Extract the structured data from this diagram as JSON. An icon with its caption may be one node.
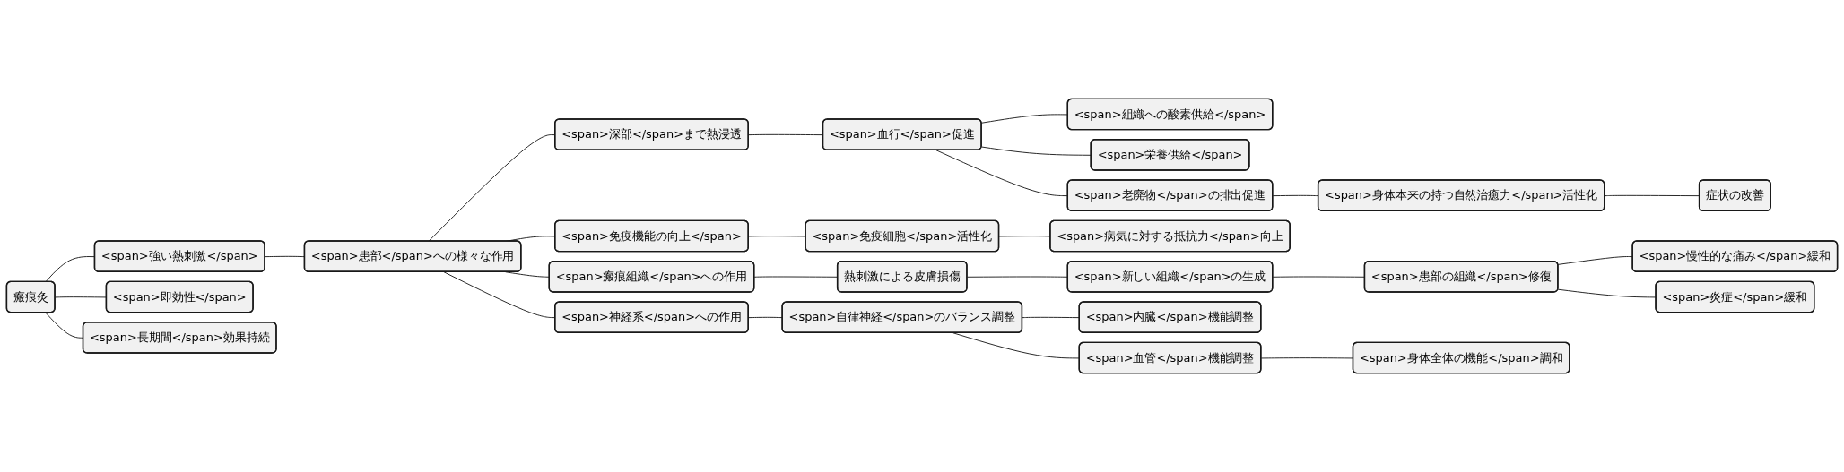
{
  "diagram": {
    "nodes": [
      {
        "text": [
          "瘢痕灸"
        ]
      },
      {
        "text": [
          "<span>強い熱刺激</span>"
        ]
      },
      {
        "text": [
          "<span>患部</span>への様々な作用"
        ]
      },
      {
        "text": [
          "<span>深部</span>まで熱浸透"
        ]
      },
      {
        "text": [
          "<span>血行</span>促進"
        ]
      },
      {
        "text": [
          "<span>組織への酸素供給</span>"
        ]
      },
      {
        "text": [
          "<span>栄養供給</span>"
        ]
      },
      {
        "text": [
          "<span>老廃物</span>の排出促進"
        ]
      },
      {
        "text": [
          "<span>身体本来の持つ自然治癒力</span>活性化"
        ]
      },
      {
        "text": [
          "症状の改善"
        ]
      },
      {
        "text": [
          "<span>免疫機能の向上</span>"
        ]
      },
      {
        "text": [
          "<span>免疫細胞</span>活性化"
        ]
      },
      {
        "text": [
          "<span>病気に対する抵抗力</span>向上"
        ]
      },
      {
        "text": [
          "<span>瘢痕組織</span>への作用"
        ]
      },
      {
        "text": [
          "熱刺激による皮膚損傷"
        ]
      },
      {
        "text": [
          "<span>新しい組織</span>の生成"
        ]
      },
      {
        "text": [
          "<span>患部の組織</span>修復"
        ]
      },
      {
        "text": [
          "<span>慢性的な痛み</span>緩和"
        ]
      },
      {
        "text": [
          "<span>炎症</span>緩和"
        ]
      },
      {
        "text": [
          "<span>神経系</span>への作用"
        ]
      },
      {
        "text": [
          "<span>自律神経</span>のバランス調整"
        ]
      },
      {
        "text": [
          "<span>内臓</span>機能調整"
        ]
      },
      {
        "text": [
          "<span>血管</span>機能調整"
        ]
      },
      {
        "text": [
          "<span>身体全体の機能</span>調和"
        ]
      },
      {
        "text": [
          "<span>即効性</span>"
        ]
      },
      {
        "text": [
          "<span>長期間</span>効果持続"
        ]
      }
    ],
    "edges": [
      {
        "from": 0,
        "to": 1,
        "arrow": "none"
      },
      {
        "from": 1,
        "to": 2,
        "arrow": "none"
      },
      {
        "from": 2,
        "to": 3,
        "arrow": "none"
      },
      {
        "from": 3,
        "to": 4,
        "arrow": "none"
      },
      {
        "from": 4,
        "to": 5,
        "arrow": "none"
      },
      {
        "from": 4,
        "to": 6,
        "arrow": "none"
      },
      {
        "from": 4,
        "to": 7,
        "arrow": "none"
      },
      {
        "from": 7,
        "to": 8,
        "arrow": "none"
      },
      {
        "from": 8,
        "to": 9,
        "arrow": "none"
      },
      {
        "from": 2,
        "to": 10,
        "arrow": "none"
      },
      {
        "from": 10,
        "to": 11,
        "arrow": "none"
      },
      {
        "from": 11,
        "to": 12,
        "arrow": "none"
      },
      {
        "from": 2,
        "to": 13,
        "arrow": "none"
      },
      {
        "from": 13,
        "to": 14,
        "arrow": "none"
      },
      {
        "from": 14,
        "to": 15,
        "arrow": "none"
      },
      {
        "from": 15,
        "to": 16,
        "arrow": "none"
      },
      {
        "from": 16,
        "to": 17,
        "arrow": "none"
      },
      {
        "from": 16,
        "to": 18,
        "arrow": "none"
      },
      {
        "from": 2,
        "to": 19,
        "arrow": "none"
      },
      {
        "from": 19,
        "to": 20,
        "arrow": "none"
      },
      {
        "from": 20,
        "to": 21,
        "arrow": "none"
      },
      {
        "from": 20,
        "to": 22,
        "arrow": "none"
      },
      {
        "from": 22,
        "to": 23,
        "arrow": "none"
      },
      {
        "from": 0,
        "to": 24,
        "arrow": "none"
      },
      {
        "from": 0,
        "to": 25,
        "arrow": "none"
      }
    ]
  }
}
